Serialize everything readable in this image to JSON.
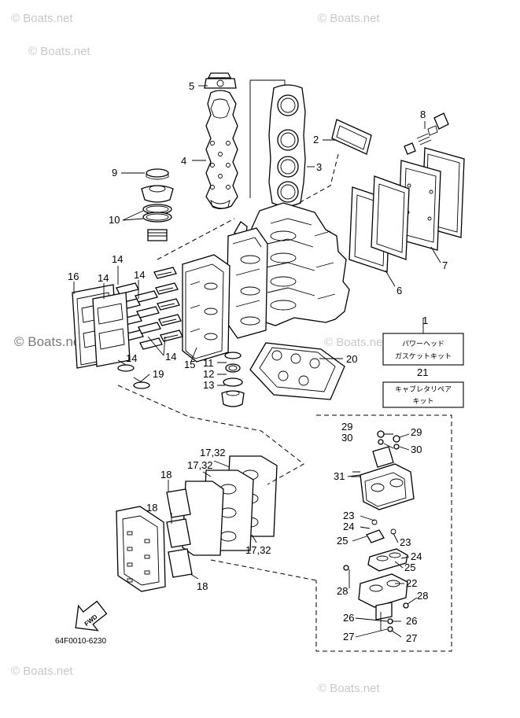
{
  "watermarks": [
    "© Boats.net",
    "© Boats.net",
    "© Boats.net",
    "© Boats.net",
    "© Boats.net",
    "© Boats.net"
  ],
  "watermark_main": "© Boats.net",
  "drawing_code": "64F0010-6230",
  "fwd_label": "FWD",
  "kits": [
    {
      "number": "1",
      "line1": "パワーヘッド",
      "line2": "ガスケットキット"
    },
    {
      "number": "21",
      "line1": "キャブレタリペア",
      "line2": "キット"
    }
  ],
  "callouts": {
    "c2": "2",
    "c3": "3",
    "c4": "4",
    "c5": "5",
    "c6": "6",
    "c7": "7",
    "c8": "8",
    "c9": "9",
    "c10": "10",
    "c11": "11",
    "c12": "12",
    "c13": "13",
    "c14a": "14",
    "c14b": "14",
    "c14c": "14",
    "c14d": "14",
    "c14e": "14",
    "c15": "15",
    "c16": "16",
    "c19": "19",
    "c20": "20",
    "c17a": "17,32",
    "c17b": "17,32",
    "c17c": "17,32",
    "c18a": "18",
    "c18b": "18",
    "c18c": "18",
    "c22": "22",
    "c23a": "23",
    "c23b": "23",
    "c24a": "24",
    "c24b": "24",
    "c25a": "25",
    "c25b": "25",
    "c26a": "26",
    "c26b": "26",
    "c27a": "27",
    "c27b": "27",
    "c28a": "28",
    "c28b": "28",
    "c29a": "29",
    "c29b": "29",
    "c30a": "30",
    "c30b": "30",
    "c31": "31"
  }
}
